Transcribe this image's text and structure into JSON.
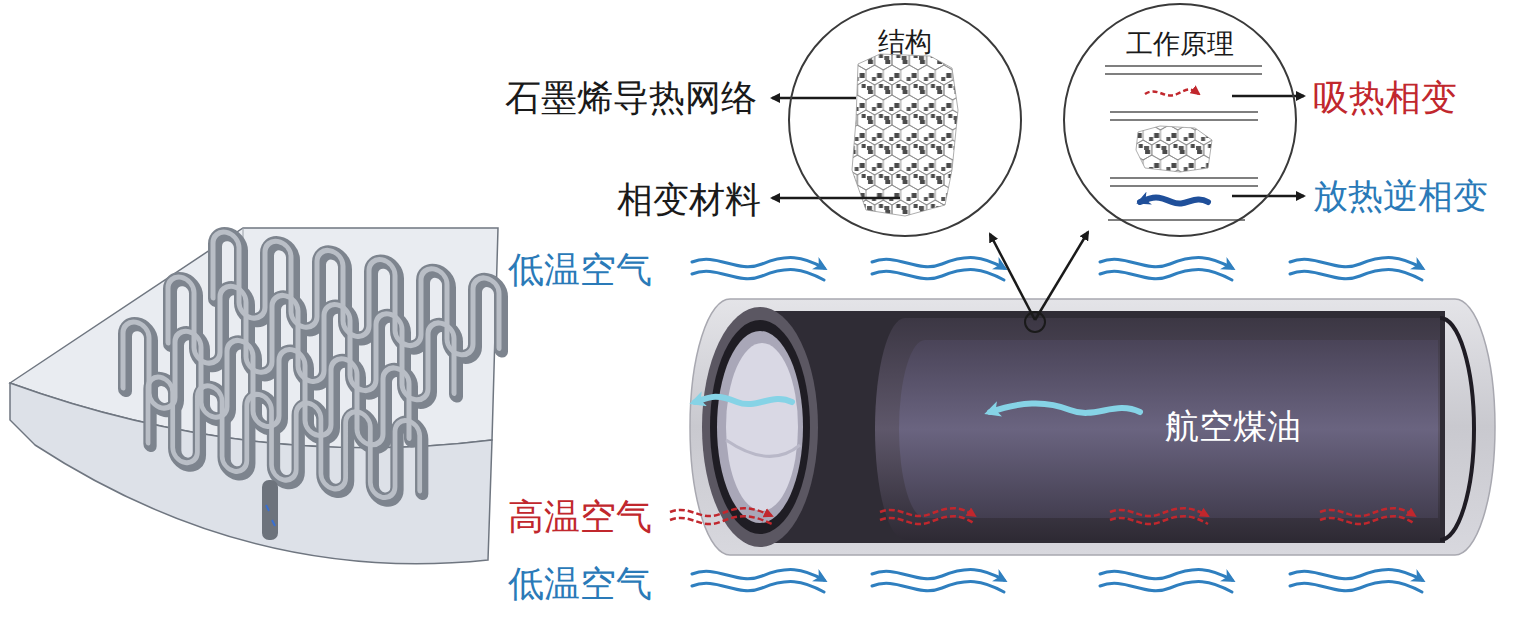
{
  "diagram": {
    "nodes": [
      {
        "text": [
          "结构"
        ]
      },
      {
        "text": [
          "工作原理"
        ]
      }
    ],
    "labels": [
      "石墨烯导热网络",
      "相变材料",
      "吸热相变",
      "放热逆相变",
      "低温空气",
      "航空煤油",
      "高温空气",
      "低温空气"
    ]
  }
}
